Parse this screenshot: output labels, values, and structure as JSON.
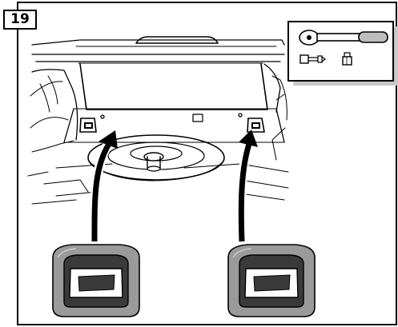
{
  "step": {
    "number": "19"
  },
  "tools_inset": {
    "icons": [
      "ratchet-icon",
      "extension-bar-icon",
      "socket-icon"
    ]
  },
  "illustration": {
    "subject": "trunk-floor-with-spare-tire",
    "parts": [
      "left-bumper-clip",
      "right-bumper-clip"
    ],
    "arrows": 2
  },
  "colors": {
    "line": "#000000",
    "clip_outer": "#9a9a9a",
    "clip_inner": "#3a3a3a",
    "shadow": "#c8c8c8",
    "background": "#ffffff"
  }
}
